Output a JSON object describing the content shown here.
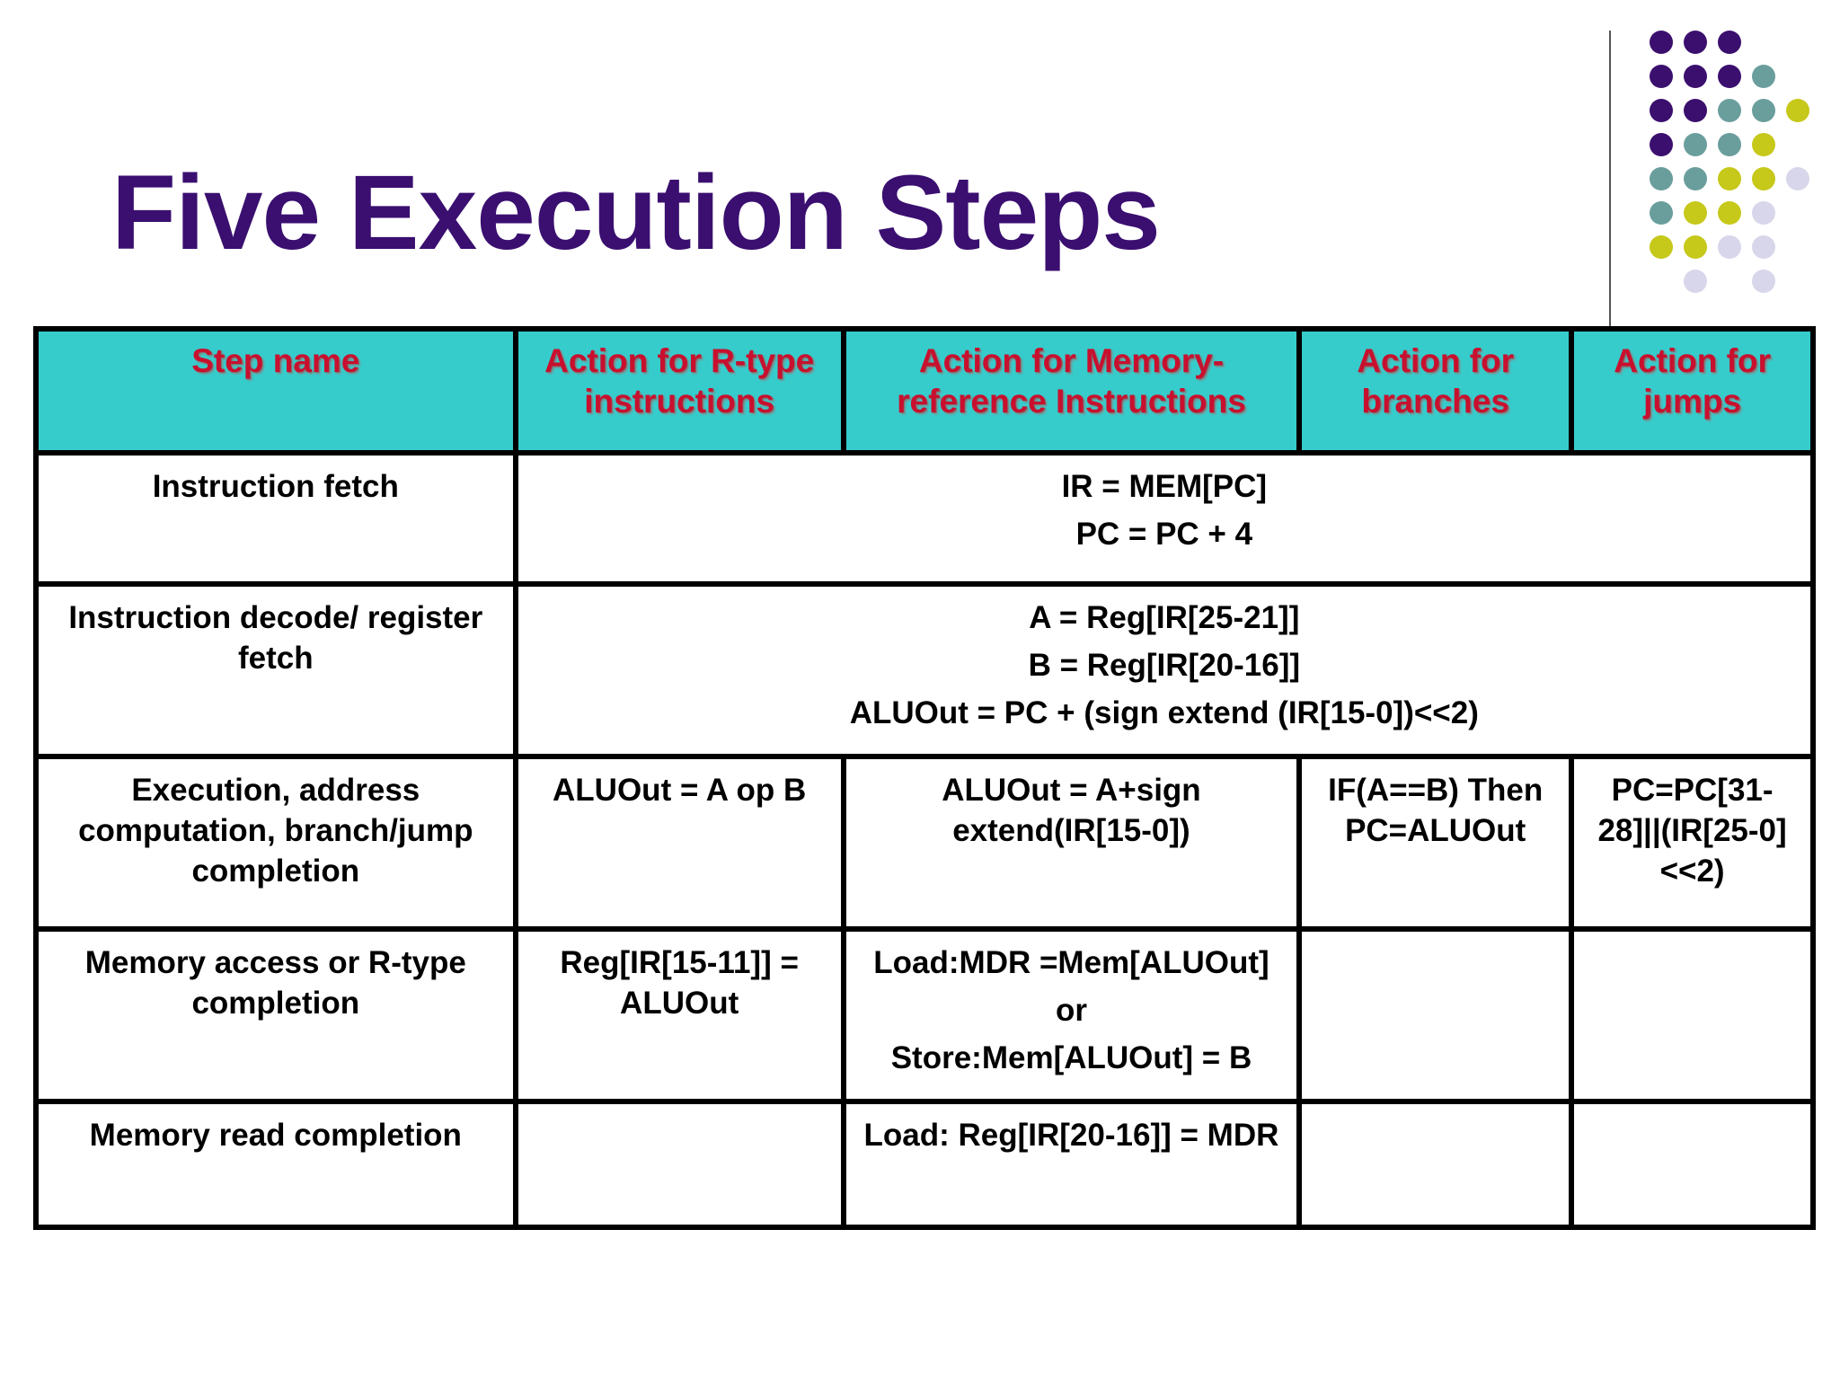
{
  "title": "Five Execution Steps",
  "table": {
    "headers": [
      "Step name",
      "Action for R-type instructions",
      "Action for Memory-reference Instructions",
      "Action for branches",
      "Action for jumps"
    ],
    "rows": {
      "fetch": {
        "step": "Instruction fetch",
        "merged": [
          "IR = MEM[PC]",
          "PC = PC + 4"
        ]
      },
      "decode": {
        "step": "Instruction decode/ register fetch",
        "merged": [
          "A = Reg[IR[25-21]]",
          "B = Reg[IR[20-16]]",
          "ALUOut =  PC + (sign extend (IR[15-0])<<2)"
        ]
      },
      "execute": {
        "step": "Execution, address computation, branch/jump completion",
        "rtype": "ALUOut = A op B",
        "mem": "ALUOut = A+sign extend(IR[15-0])",
        "branch": "IF(A==B) Then PC=ALUOut",
        "jump": "PC=PC[31-28]||(IR[25-0]<<2)"
      },
      "memaccess": {
        "step": "Memory access or R-type completion",
        "rtype": "Reg[IR[15-11]] = ALUOut",
        "mem": [
          "Load:MDR =Mem[ALUOut]",
          "or",
          "Store:Mem[ALUOut] = B"
        ],
        "branch": "",
        "jump": ""
      },
      "memread": {
        "step": "Memory read completion",
        "rtype": "",
        "mem": "Load: Reg[IR[20-16]] = MDR",
        "branch": "",
        "jump": ""
      }
    }
  },
  "colors": {
    "title": "#3a0f70",
    "header_bg": "#36cccc",
    "header_text": "#c8102e",
    "dot_purple": "#3b0f6e",
    "dot_teal": "#6a9e9c",
    "dot_olive": "#c6c81a",
    "dot_lavender": "#d8d6ea"
  }
}
